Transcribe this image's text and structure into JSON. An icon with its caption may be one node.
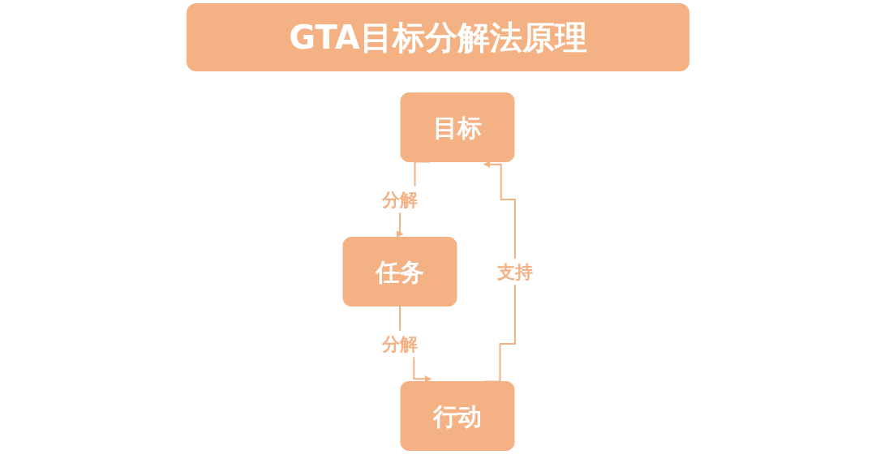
{
  "diagram": {
    "title": "GTA目标分解法原理",
    "nodes": [
      {
        "text": [
          "目标"
        ]
      },
      {
        "text": [
          "任务"
        ]
      },
      {
        "text": [
          "行动"
        ]
      }
    ],
    "edges": [
      {
        "from": 0,
        "to": 1,
        "arrow": "to",
        "label": "分解"
      },
      {
        "from": 1,
        "to": 2,
        "arrow": "to",
        "label": "分解"
      },
      {
        "from": 2,
        "to": 0,
        "arrow": "to",
        "label": "支持"
      }
    ]
  }
}
